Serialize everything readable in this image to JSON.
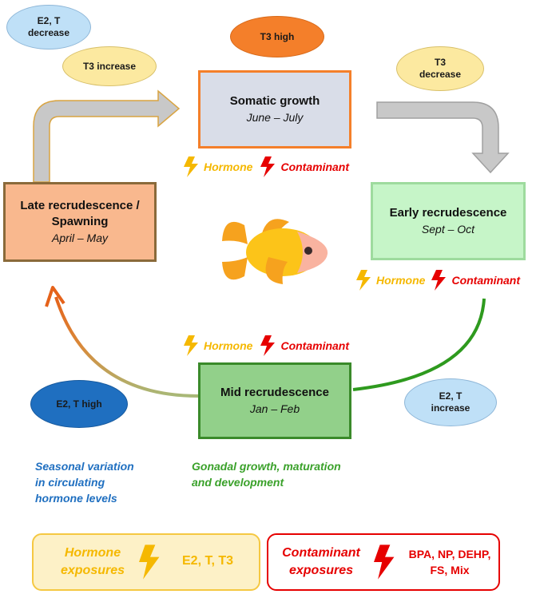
{
  "hormone_bubbles": {
    "e2t_decrease": "E2, T\ndecrease",
    "t3_increase": "T3 increase",
    "t3_high": "T3 high",
    "t3_decrease": "T3\ndecrease",
    "e2t_high": "E2, T high",
    "e2t_increase": "E2, T\nincrease"
  },
  "stages": {
    "somatic": {
      "title": "Somatic growth",
      "period": "June – July"
    },
    "early": {
      "title": "Early recrudescence",
      "period": "Sept – Oct"
    },
    "mid": {
      "title": "Mid recrudescence",
      "period": "Jan – Feb"
    },
    "late": {
      "title": "Late recrudescence /\nSpawning",
      "period": "April – May"
    }
  },
  "flags": {
    "hormone": "Hormone",
    "contaminant": "Contaminant"
  },
  "notes": {
    "seasonal": "Seasonal variation\nin circulating\nhormone levels",
    "gonadal": "Gonadal growth, maturation\nand development"
  },
  "legend": {
    "hormone_title": "Hormone\nexposures",
    "hormone_list": "E2, T, T3",
    "contam_title": "Contaminant\nexposures",
    "contam_list": "BPA, NP, DEHP,\nFS, Mix"
  },
  "colors": {
    "hormone_yellow": "#f5b800",
    "contaminant_red": "#e60000",
    "seasonal_blue": "#1f6fc0",
    "gonadal_green": "#3aa12a"
  }
}
